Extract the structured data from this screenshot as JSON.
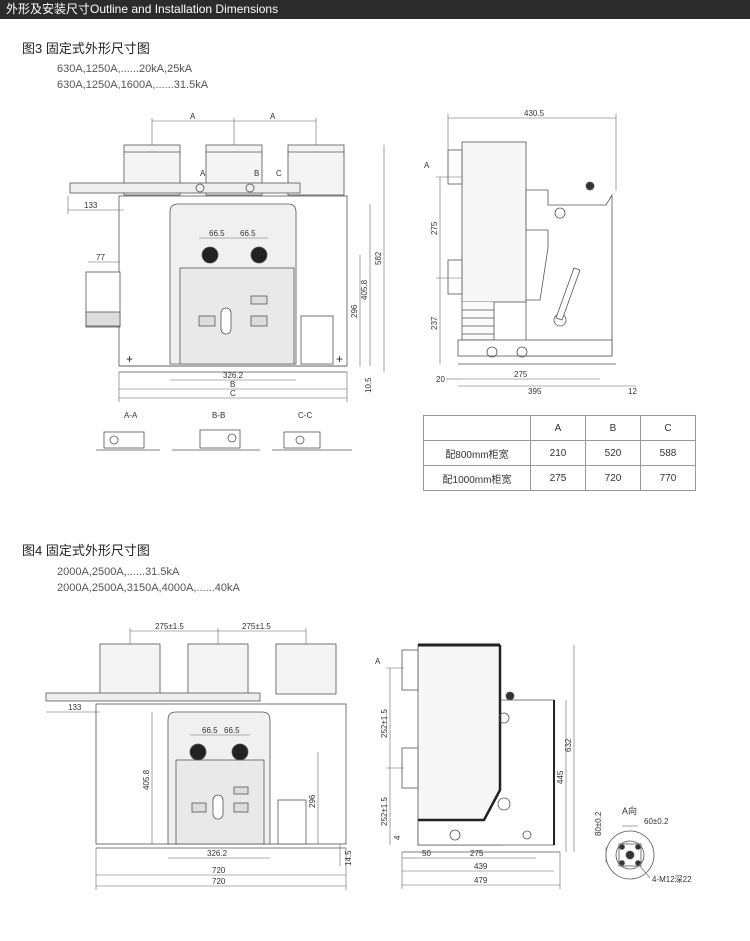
{
  "banner": {
    "title": "外形及安装尺寸Outline and Installation Dimensions"
  },
  "figure3": {
    "title": "图3  固定式外形尺寸图",
    "specs": [
      "630A,1250A,......20kA,25kA",
      "630A,1250A,1600A,......31.5kA"
    ],
    "front_dims": {
      "a1": "A",
      "a2": "A",
      "w133": "133",
      "w77": "77",
      "s66a": "66.5",
      "s66b": "66.5",
      "h582": "582",
      "h405": "405.8",
      "h296": "296",
      "w326": "326.2",
      "wb": "B",
      "wc": "C",
      "h10": "10.5",
      "mark_a": "A",
      "mark_b": "B",
      "mark_c": "C"
    },
    "side_dims": {
      "w430": "430.5",
      "h275": "275",
      "h237": "237",
      "w20": "20",
      "w275": "275",
      "w395": "395",
      "w12": "12",
      "mark_a": "A"
    },
    "sections": [
      "A-A",
      "B-B",
      "C-C"
    ],
    "table": {
      "headers": [
        "",
        "A",
        "B",
        "C"
      ],
      "rows": [
        {
          "label": "配800mm柜宽",
          "a": "210",
          "b": "520",
          "c": "588"
        },
        {
          "label": "配1000mm柜宽",
          "a": "275",
          "b": "720",
          "c": "770"
        }
      ]
    }
  },
  "figure4": {
    "title": "图4  固定式外形尺寸图",
    "specs": [
      "2000A,2500A,......31.5kA",
      "2000A,2500A,3150A,4000A,......40kA"
    ],
    "front_dims": {
      "a1": "275±1.5",
      "a2": "275±1.5",
      "w133": "133",
      "s66a": "66.5",
      "s66b": "66.5",
      "h405": "405.8",
      "h296": "296",
      "w326": "326.2",
      "w720a": "720",
      "w720b": "720",
      "h14": "14.5"
    },
    "side_dims": {
      "mark_a": "A",
      "h252a": "252±1.5",
      "h252b": "252±1.5",
      "h632": "632",
      "h445": "445",
      "h4": "4",
      "w50": "50",
      "w275": "275",
      "w439": "439",
      "w479": "479",
      "h80": "80±0.2",
      "w60": "60±0.2",
      "view": "A向",
      "holes": "4-M12深22"
    }
  }
}
